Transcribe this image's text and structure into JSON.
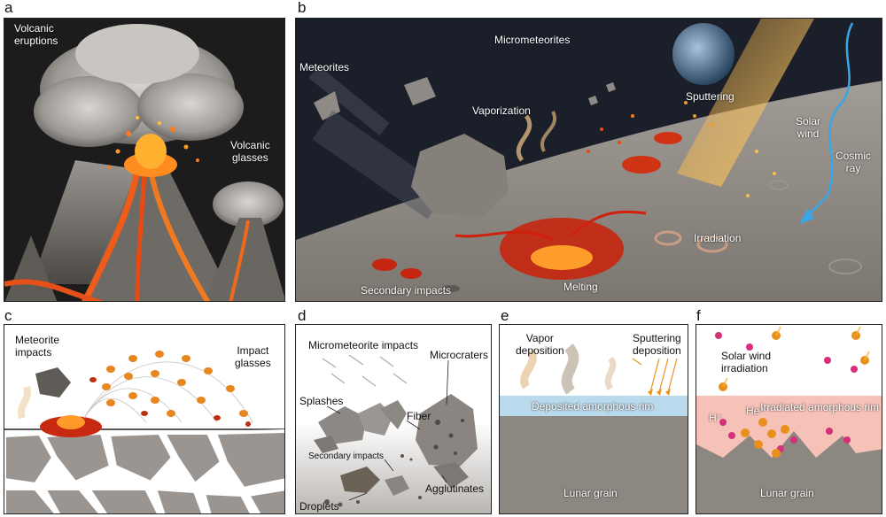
{
  "panel_labels": [
    "a",
    "b",
    "c",
    "d",
    "e",
    "f"
  ],
  "panel_a": {
    "eruptions": "Volcanic\neruptions",
    "glasses": "Volcanic\nglasses"
  },
  "panel_b": {
    "micrometeorites": "Micrometeorites",
    "meteorites": "Meteorites",
    "vaporization": "Vaporization",
    "sputtering": "Sputtering",
    "solar_wind": "Solar\nwind",
    "cosmic_ray": "Cosmic\nray",
    "irradiation": "Irradiation",
    "secondary_impacts": "Secondary impacts",
    "melting": "Melting"
  },
  "panel_c": {
    "meteorite_impacts": "Meteorite\nimpacts",
    "impact_glasses": "Impact\nglasses"
  },
  "panel_d": {
    "micrometeorite_impacts": "Micrometeorite impacts",
    "microcraters": "Microcraters",
    "splashes": "Splashes",
    "fiber": "Fiber",
    "secondary_impacts": "Secondary impacts",
    "agglutinates": "Agglutinates",
    "droplets": "Droplets"
  },
  "panel_e": {
    "vapor_deposition": "Vapor\ndeposition",
    "sputtering_deposition": "Sputtering\ndeposition",
    "rim": "Deposited amorphous rim",
    "grain": "Lunar grain"
  },
  "panel_f": {
    "solar_wind_irradiation": "Solar wind\nirradiation",
    "rim": "Irradiated amorphous rim",
    "h_plus": "H⁺",
    "he_plus": "He⁺",
    "grain": "Lunar grain",
    "particle_label": "He"
  },
  "colors": {
    "rim_blue": "#b9d9ec",
    "rim_pink": "#f6c2b8",
    "grain_gray": "#8c8781",
    "lava": "#e8501a",
    "space": "#1b1f2a"
  }
}
